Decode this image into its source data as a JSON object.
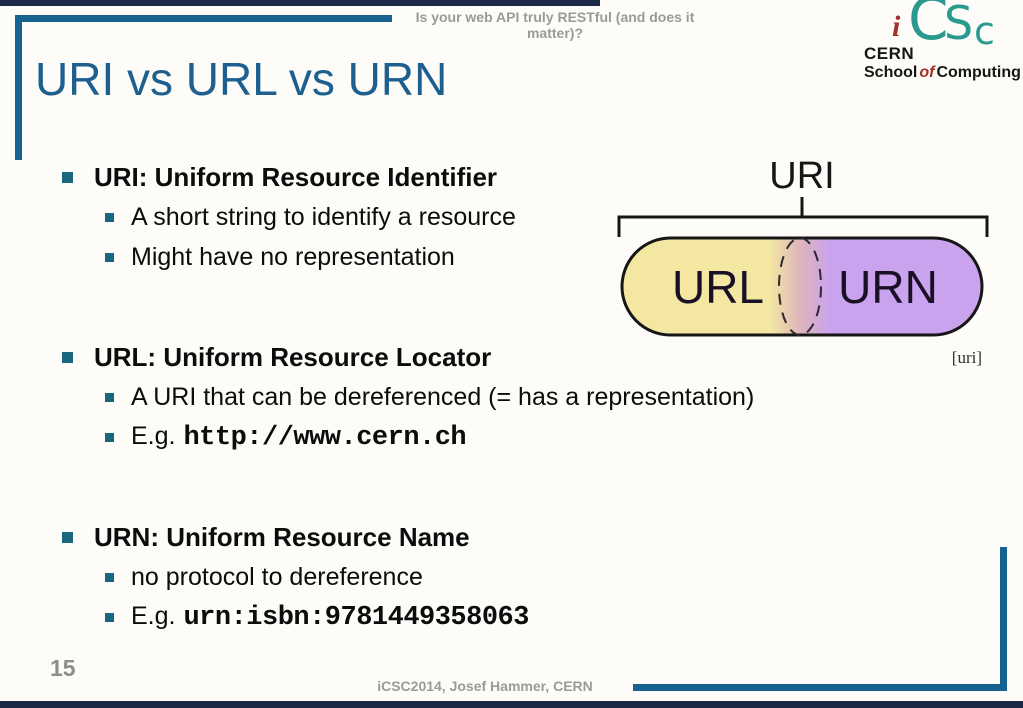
{
  "header": {
    "title": "Is your web API truly RESTful (and does it matter)?",
    "logo": {
      "i": "i",
      "c1": "C",
      "s": "S",
      "c2": "c",
      "line1": "CERN",
      "school": "School",
      "of": "of",
      "computing": "Computing"
    }
  },
  "slide": {
    "title": "URI vs URL vs URN",
    "bullets": [
      {
        "heading": "URI: Uniform Resource Identifier",
        "subs": [
          {
            "text": "A short string to identify a resource"
          },
          {
            "text": "Might have no representation"
          }
        ]
      },
      {
        "heading": "URL: Uniform Resource Locator",
        "subs": [
          {
            "text": "A URI that can be dereferenced (= has a representation)"
          },
          {
            "prefix": "E.g.",
            "code": "http://www.cern.ch"
          }
        ]
      },
      {
        "heading": "URN: Uniform Resource Name",
        "subs": [
          {
            "text": "no protocol to dereference"
          },
          {
            "prefix": "E.g.",
            "code": "urn:isbn:9781449358063"
          }
        ]
      }
    ]
  },
  "diagram": {
    "top_label": "URI",
    "left_label": "URL",
    "right_label": "URN",
    "caption": "[uri]",
    "colors": {
      "left_fill": "#f4e7a2",
      "blend_fill": "#ddb2be",
      "right_fill": "#c9a3ee",
      "outline": "#161616"
    }
  },
  "footer": {
    "page_number": "15",
    "credit": "iCSC2014, Josef Hammer, CERN"
  },
  "colors": {
    "accent": "#16638f",
    "title": "#1d5f8e",
    "navy": "#1d2a47",
    "bullet": "#19667f",
    "gray": "#9a9a9a"
  }
}
